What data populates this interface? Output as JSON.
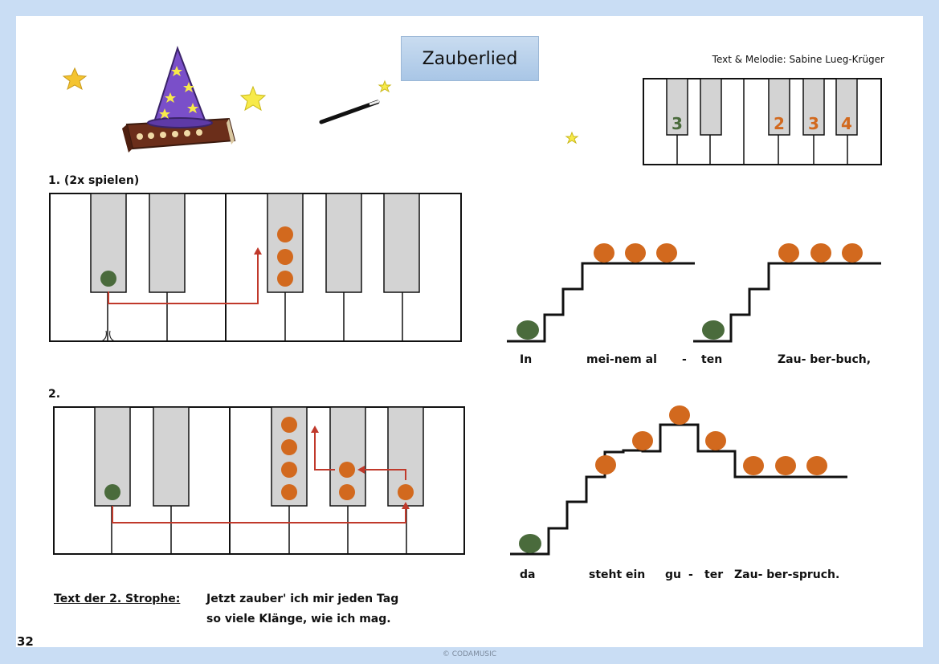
{
  "header": {
    "title": "Zauberlied",
    "credit": "Text & Melodie: Sabine Lueg-Krüger"
  },
  "finger_legend": {
    "numbers": [
      {
        "label": "3",
        "color": "#4a6b3c"
      },
      {
        "label": "2",
        "color": "#d2691e"
      },
      {
        "label": "3",
        "color": "#d2691e"
      },
      {
        "label": "4",
        "color": "#d2691e"
      }
    ]
  },
  "section1": {
    "label": "1. (2x spielen)",
    "lyrics": [
      "In",
      "mei-nem al",
      "-",
      "ten",
      "Zau- ber-buch,"
    ]
  },
  "section2": {
    "label": "2.",
    "lyrics": [
      "da",
      "steht",
      "ein",
      "gu",
      "-",
      "ter",
      "Zau- ber-spruch."
    ]
  },
  "strophe": {
    "label": "Text der 2. Strophe:",
    "line1": "Jetzt zauber' ich mir jeden Tag",
    "line2": "so viele Klänge, wie ich mag."
  },
  "page_number": "32",
  "copyright": "© CODAMUSIC",
  "colors": {
    "green": "#4a6b3c",
    "orange": "#d2691e",
    "arrow": "#c0392b",
    "black_key": "#d3d3d3",
    "title_bg": "#b8d0ec",
    "frame": "#c9ddf4"
  },
  "icons": [
    "wizard-hat-icon",
    "spell-book-icon",
    "star-icon",
    "magic-wand-icon"
  ]
}
